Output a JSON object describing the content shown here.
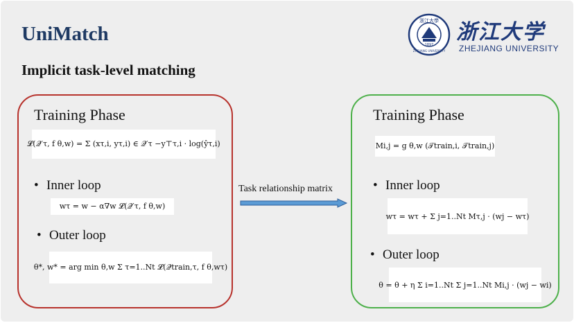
{
  "slide": {
    "title": "UniMatch",
    "subtitle": "Implicit task-level matching"
  },
  "logo": {
    "seal_top_text": "浙江大學",
    "seal_year": "1897",
    "seal_bottom_text": "ZHEJIANG UNIVERSITY",
    "chinese_name": "浙江大学",
    "english_name": "ZHEJIANG UNIVERSITY"
  },
  "left_panel": {
    "title": "Training Phase",
    "loss_formula": "𝓛(𝒬′τ, f θ,w) = Σ (xτ,i, yτ,i) ∈ 𝒬′τ  −y⊤τ,i · log(ŷτ,i)",
    "inner_loop_label": "Inner loop",
    "inner_formula": "wτ = w − α∇w 𝓛(𝒬′τ, f θ,w)",
    "outer_loop_label": "Outer loop",
    "outer_formula": "θ*, w* = arg min θ,w Σ τ=1..Nt 𝓛(𝒬train,τ, f θ,wτ)"
  },
  "middle": {
    "label": "Task relationship matrix"
  },
  "right_panel": {
    "title": "Training Phase",
    "matrix_formula": "Mi,j = g θ,w (𝒯train,i, 𝒯train,j)",
    "inner_loop_label": "Inner loop",
    "inner_formula": "wτ = wτ + Σ j=1..Nt Mτ,j · (wj − wτ)",
    "outer_loop_label": "Outer loop",
    "outer_formula": "θ = θ + η Σ i=1..Nt Σ j=1..Nt Mi,j · (wj − wi)"
  },
  "colors": {
    "title": "#1f3a63",
    "left_border": "#b7322c",
    "right_border": "#4db04a",
    "arrow_fill": "#5b9bd5",
    "arrow_stroke": "#2e5f9a",
    "logo_blue": "#1f3a7a"
  }
}
